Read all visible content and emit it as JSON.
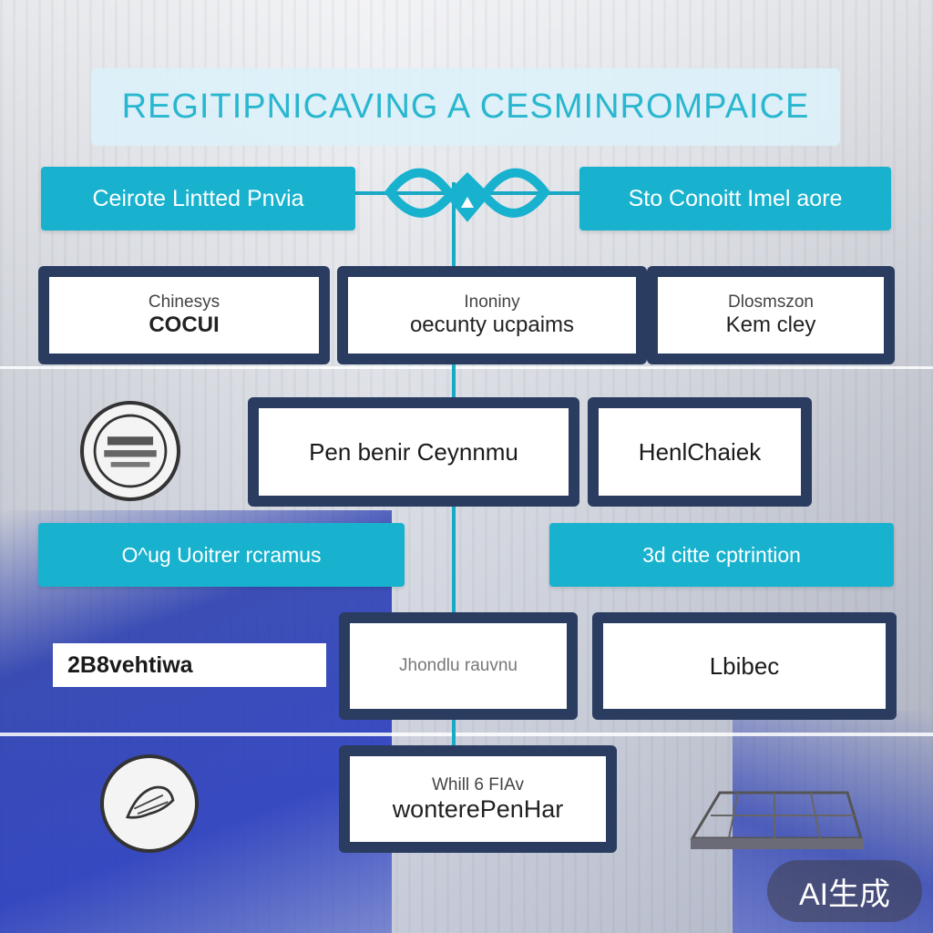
{
  "title": "REGITIPNICAVING A CESMINROMPAICE",
  "top_left_pill": "Ceirote Lintted Pnvia",
  "top_right_pill": "Sto Conoitt Imel aore",
  "row1": [
    {
      "line1": "Chinesys",
      "line2": "COCUI"
    },
    {
      "line1": "Inoniny",
      "line2": "oecunty ucpaims"
    },
    {
      "line1": "Dlosmszon",
      "line2": "Kem cley"
    }
  ],
  "row2": [
    {
      "text": "Pen benir Ceynnmu"
    },
    {
      "text": "HenlChaiek"
    }
  ],
  "mid_left_pill": "O^ug Uoitrer rcramus",
  "mid_right_pill": "3d citte cptrintion",
  "row3_strip": "2B8vehtiwa",
  "row3": [
    {
      "line1": "Jhondlu rauvnu"
    },
    {
      "text": "Lbibec"
    }
  ],
  "row4": {
    "line1": "Whill 6 FIAv",
    "line2": "wonterePenHar"
  },
  "badge": "AI生成",
  "colors": {
    "accent": "#18b2cf",
    "node_border": "#2a3c60",
    "title_text": "#29b7cf",
    "blue_bg": "#2a3cb4"
  }
}
